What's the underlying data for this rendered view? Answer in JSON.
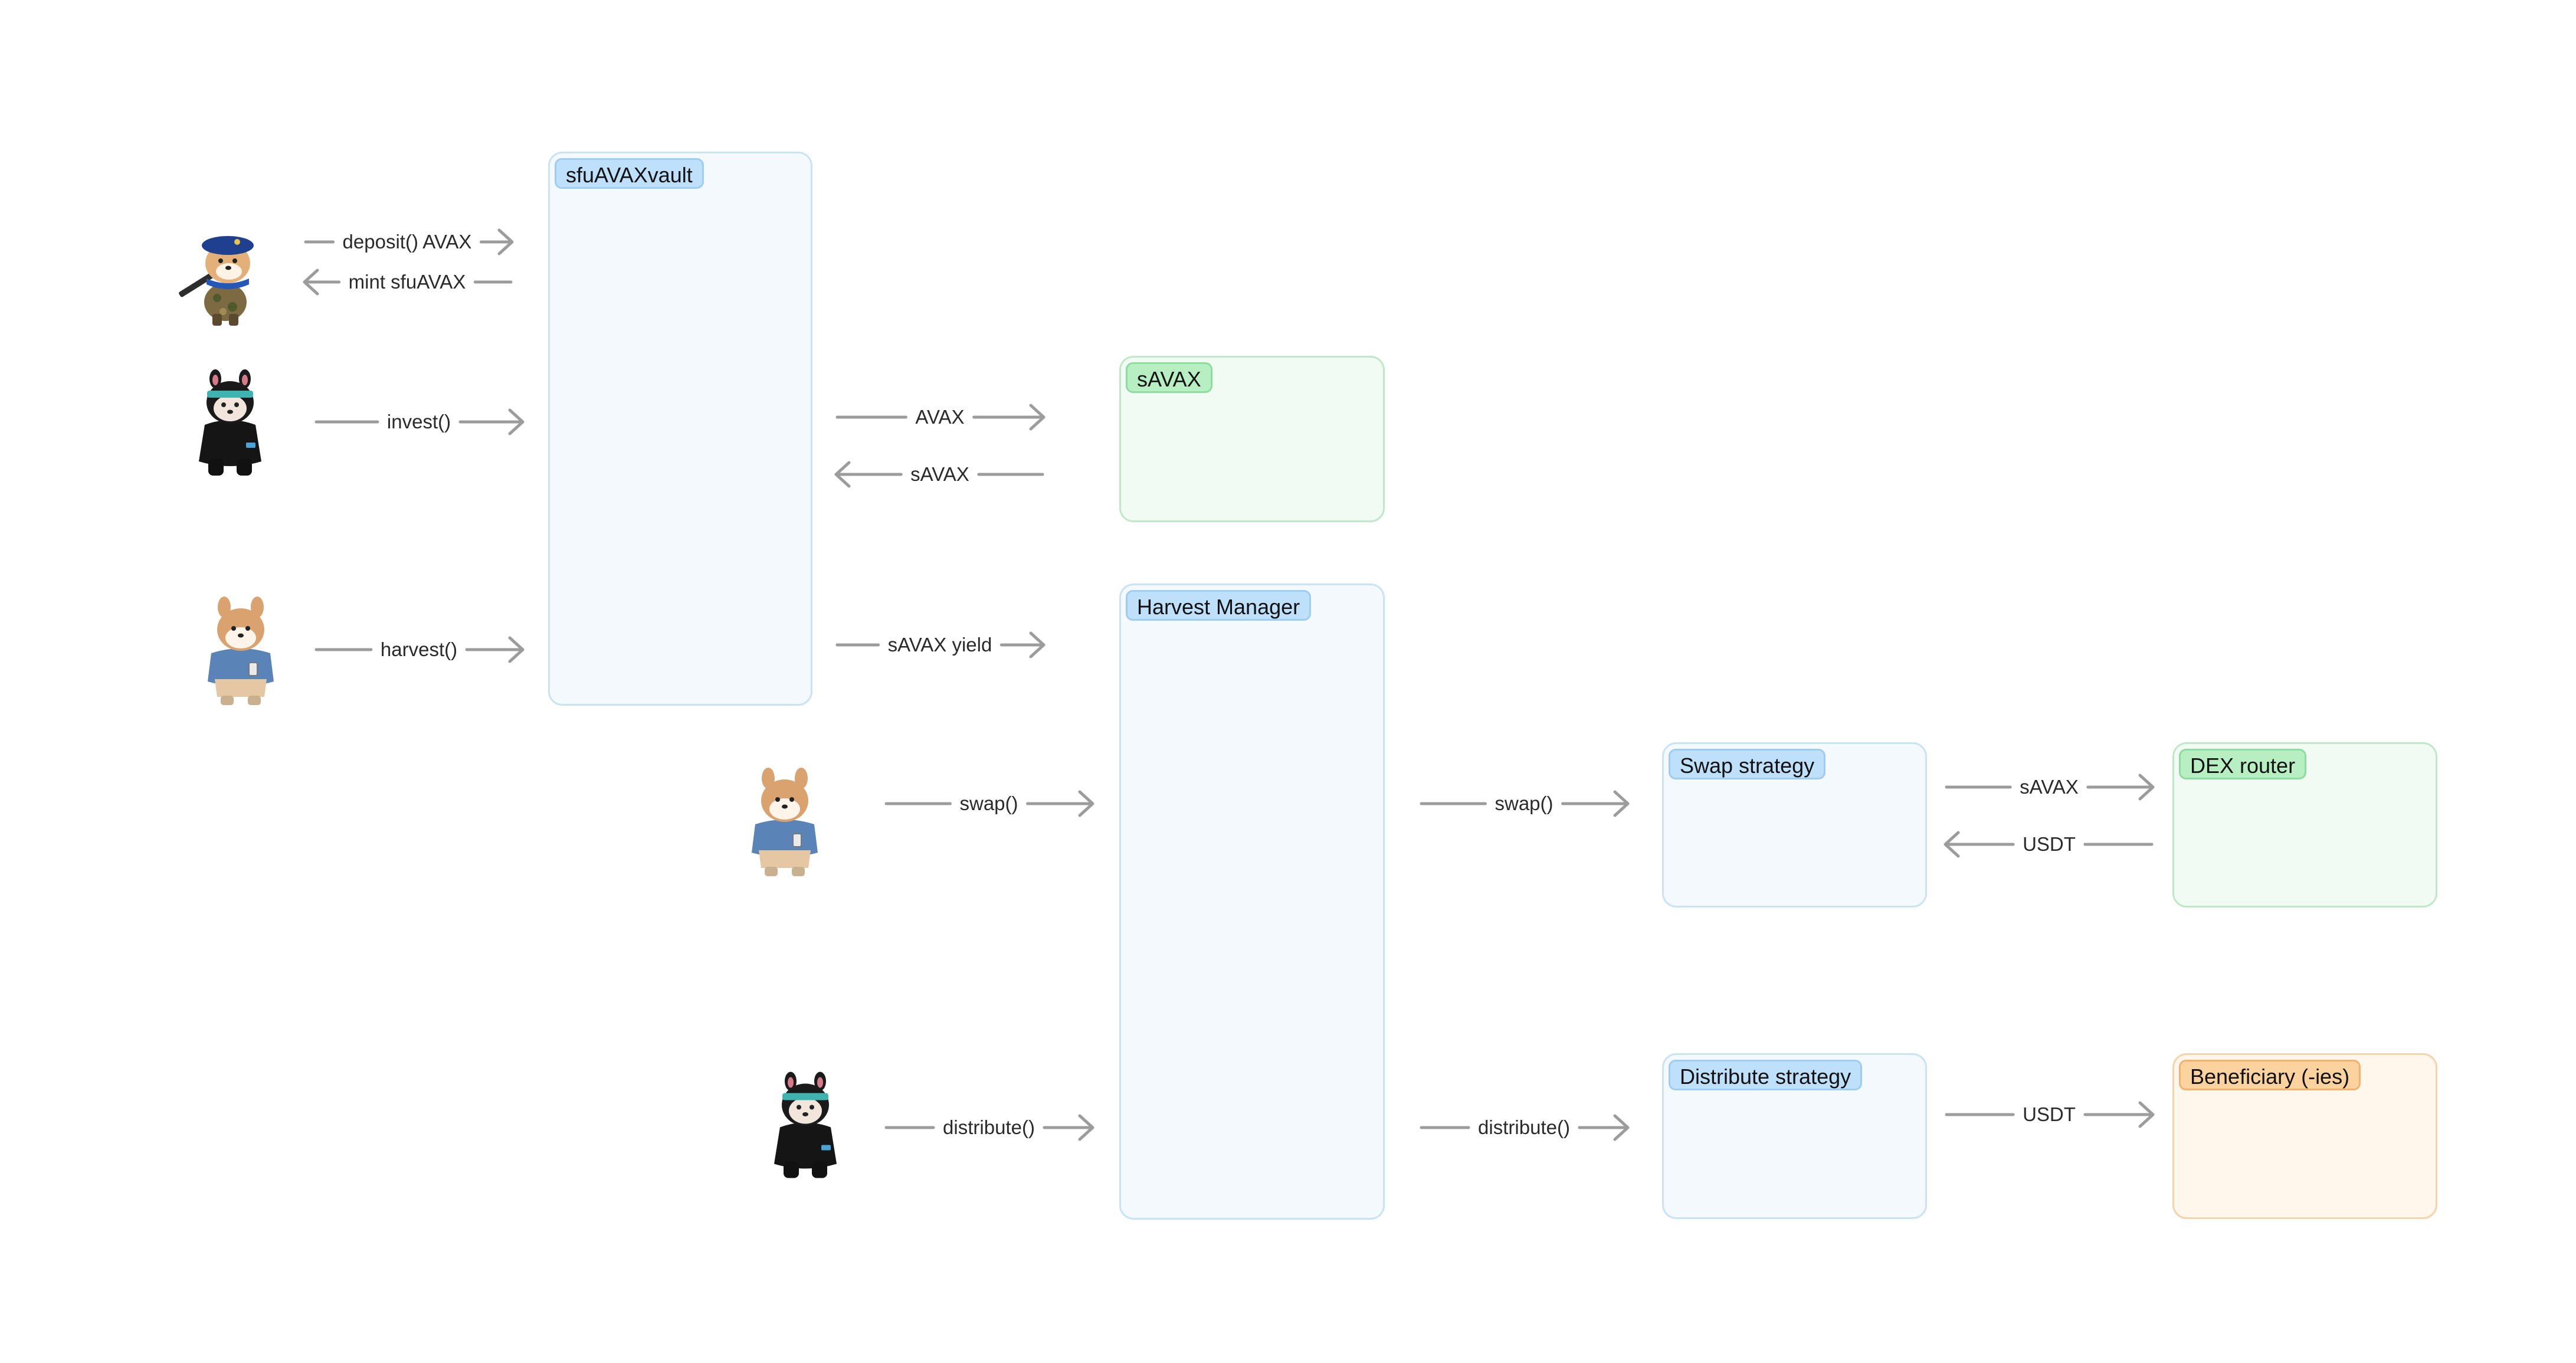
{
  "containers": {
    "vault": {
      "label": "sfuAVAXvault",
      "color": "blue"
    },
    "savax": {
      "label": "sAVAX",
      "color": "green"
    },
    "harvest_manager": {
      "label": "Harvest Manager",
      "color": "blue"
    },
    "swap_strategy": {
      "label": "Swap strategy",
      "color": "blue"
    },
    "dex_router": {
      "label": "DEX router",
      "color": "green"
    },
    "distribute_strategy": {
      "label": "Distribute strategy",
      "color": "blue"
    },
    "beneficiary": {
      "label": "Beneficiary (-ies)",
      "color": "orange"
    }
  },
  "arrows": {
    "deposit": {
      "label": "deposit() AVAX",
      "direction": "right"
    },
    "mint": {
      "label": "mint sfuAVAX",
      "direction": "left"
    },
    "invest": {
      "label": "invest()",
      "direction": "right"
    },
    "harvest": {
      "label": "harvest()",
      "direction": "right"
    },
    "avax_out": {
      "label": "AVAX",
      "direction": "right"
    },
    "savax_in": {
      "label": "sAVAX",
      "direction": "left"
    },
    "savax_yield": {
      "label": "sAVAX yield",
      "direction": "right"
    },
    "swap_call": {
      "label": "swap()",
      "direction": "right"
    },
    "distribute_call": {
      "label": "distribute()",
      "direction": "right"
    },
    "swap_forward": {
      "label": "swap()",
      "direction": "right"
    },
    "distribute_forward": {
      "label": "distribute()",
      "direction": "right"
    },
    "dex_savax": {
      "label": "sAVAX",
      "direction": "right"
    },
    "dex_usdt": {
      "label": "USDT",
      "direction": "left"
    },
    "beneficiary_usdt": {
      "label": "USDT",
      "direction": "right"
    }
  },
  "characters": {
    "depositor": {
      "icon": "soldier-dog-icon"
    },
    "investor": {
      "icon": "ninja-dog-icon"
    },
    "harvester": {
      "icon": "office-dog-icon"
    },
    "swapper": {
      "icon": "office-dog-icon"
    },
    "distributor": {
      "icon": "ninja-dog-icon"
    }
  },
  "colors": {
    "arrow": "#9c9c9c",
    "text": "#2a2a2a"
  }
}
